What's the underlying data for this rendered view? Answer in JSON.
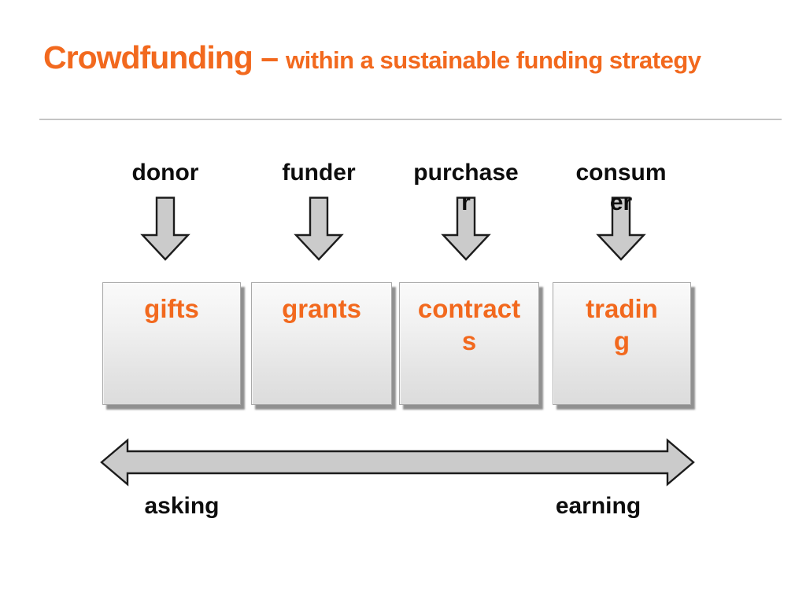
{
  "slide": {
    "title": {
      "main": "Crowdfunding –",
      "sub": "within a sustainable funding strategy"
    },
    "columns": [
      {
        "actor": "donor",
        "box": "gifts"
      },
      {
        "actor": "funder",
        "box": "grants"
      },
      {
        "actor": "purchase\nr",
        "box": "contract\ns"
      },
      {
        "actor": "consum\ner",
        "box": "tradin\ng"
      }
    ],
    "spectrum": {
      "left": "asking",
      "right": "earning"
    },
    "icons": {
      "column_arrow": "down-arrow-icon",
      "spectrum_arrow": "double-headed-arrow-icon"
    },
    "colors": {
      "accent_orange": "#F2691E",
      "text_black": "#0D0D0D",
      "arrow_fill": "#CBCBCB",
      "arrow_stroke": "#1C1C1C",
      "box_border": "#A9A9A9",
      "divider_gray": "#A6A6A6"
    }
  }
}
